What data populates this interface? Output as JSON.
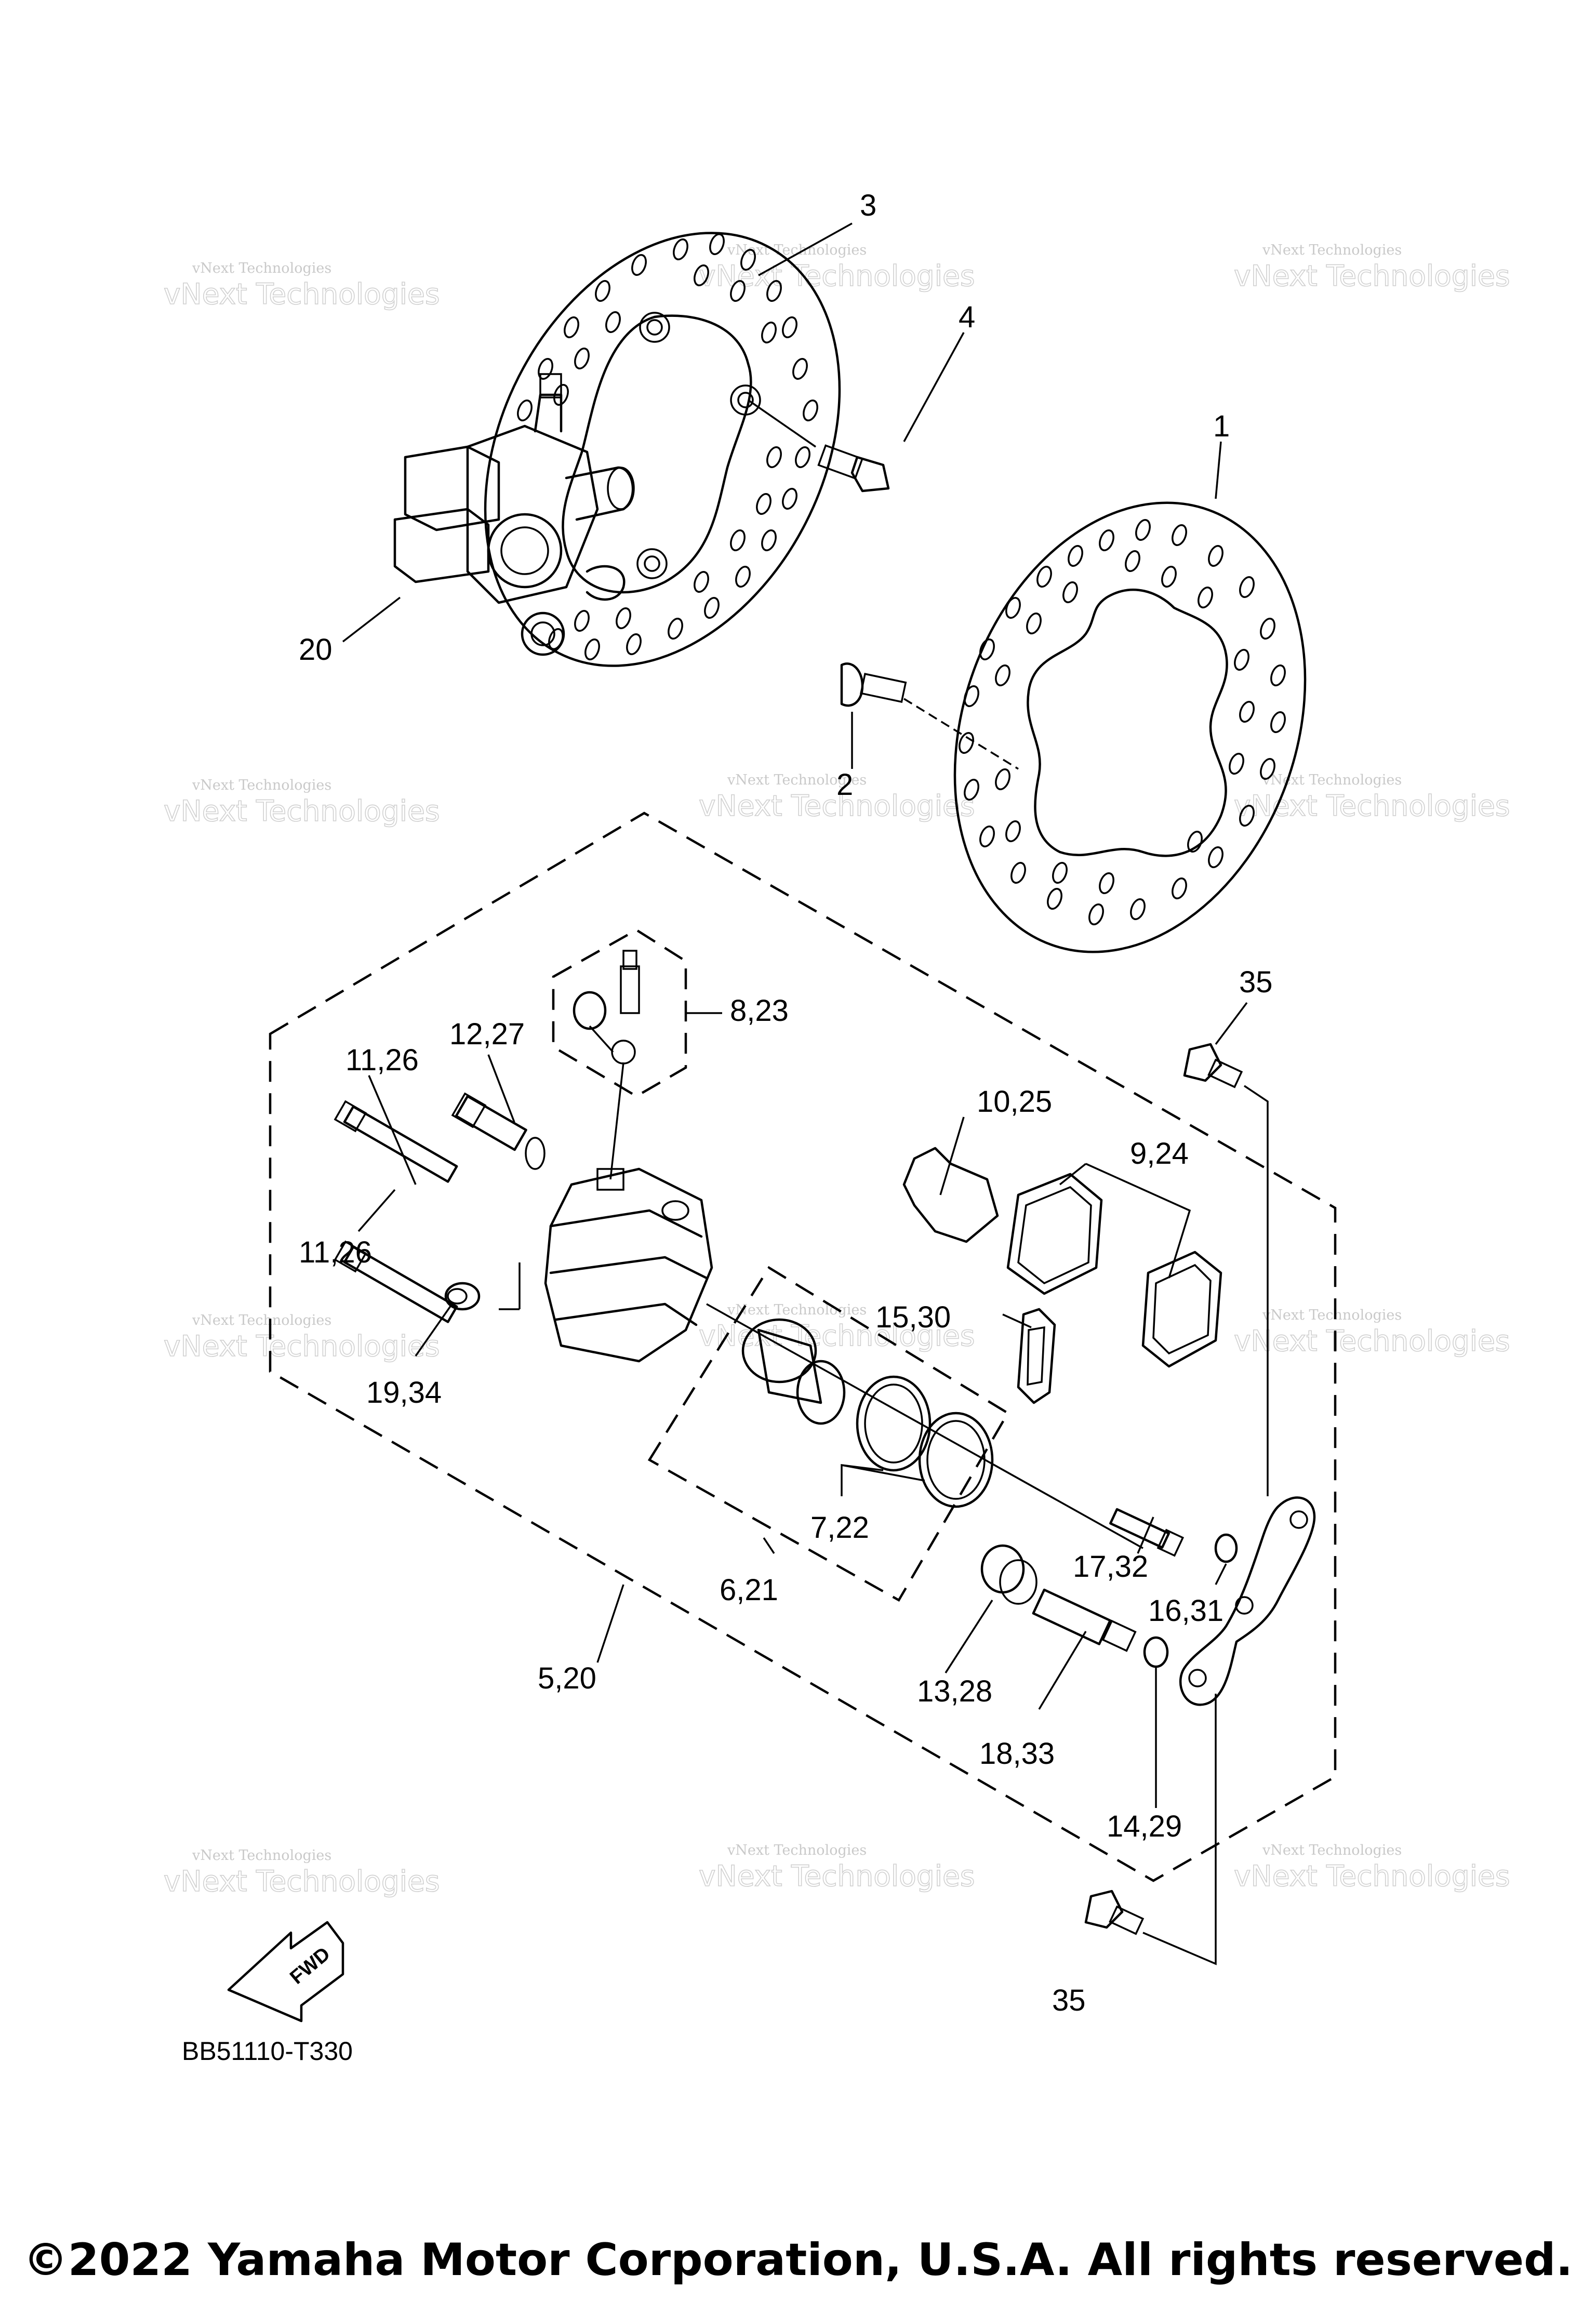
{
  "diagram": {
    "callouts": {
      "c1": "1",
      "c2": "2",
      "c3": "3",
      "c4": "4",
      "c5": "5,20",
      "c6": "6,21",
      "c7": "7,22",
      "c8": "8,23",
      "c9": "9,24",
      "c10": "10,25",
      "c11a": "11,26",
      "c11b": "11,26",
      "c12": "12,27",
      "c13": "13,28",
      "c14": "14,29",
      "c15": "15,30",
      "c16": "16,31",
      "c17": "17,32",
      "c18": "18,33",
      "c19": "19,34",
      "c20": "20",
      "c35a": "35",
      "c35b": "35"
    },
    "diagram_code": "BB51110-T330",
    "fwd_label": "FWD",
    "watermark": {
      "line1": "vNext Technologies",
      "line2": "vNext Technologies"
    }
  },
  "footer": {
    "copyright": "©2022 Yamaha Motor Corporation, U.S.A. All rights reserved."
  }
}
